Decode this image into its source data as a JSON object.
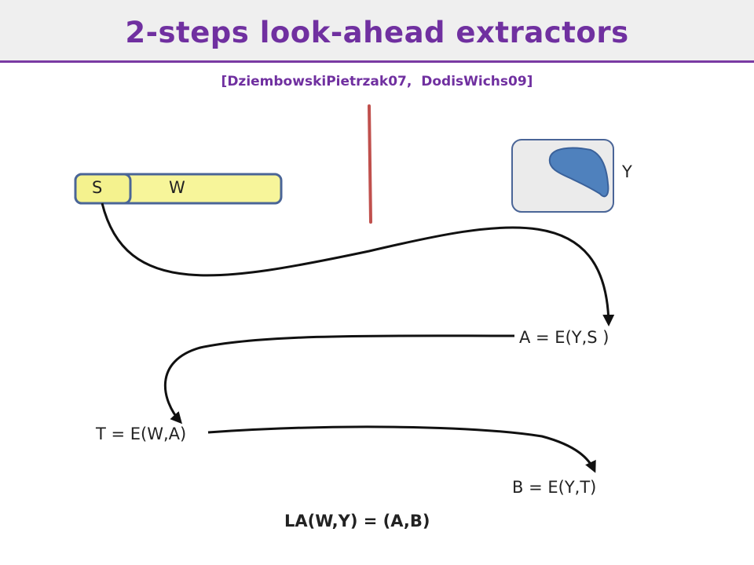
{
  "slide": {
    "title": "2-steps look-ahead extractors",
    "citation": "[DziembowskiPietrzak07,  DodisWichs09]"
  },
  "diagram": {
    "bar": {
      "seed_label": "S",
      "source_label": "W"
    },
    "adversary_label": "Y",
    "steps": {
      "a_label": "A = E(Y,S )",
      "t_label": "T = E(W,A)",
      "b_label": "B = E(Y,T)"
    },
    "result_label": "LA(W,Y) = (A,B)"
  },
  "colors": {
    "title": "#7030a0",
    "title_rule": "#7a3aa3",
    "bar_fill": "#f7f59a",
    "bar_stroke": "#4a6597",
    "seed_fill": "#f4f28e",
    "separator": "#c0504d",
    "blob_fill": "#4f81bd",
    "blob_stroke": "#3a619a",
    "box_fill": "#ebebeb",
    "arrow": "#111111"
  }
}
